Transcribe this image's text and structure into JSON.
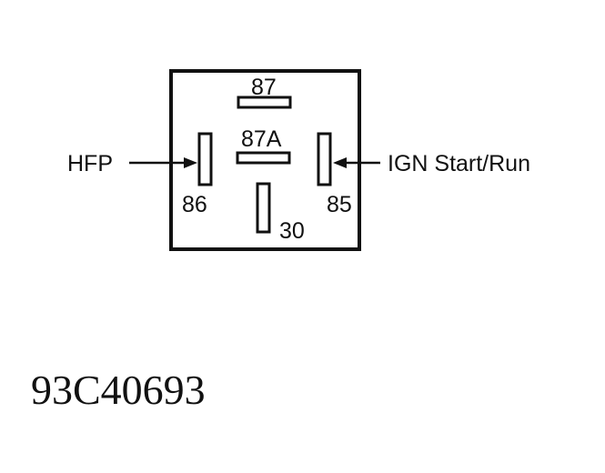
{
  "diagram": {
    "terminals": {
      "t87": "87",
      "t87a": "87A",
      "t86": "86",
      "t85": "85",
      "t30": "30"
    },
    "connections": {
      "left": "HFP",
      "right": "IGN Start/Run"
    },
    "figure_id": "93C40693"
  }
}
